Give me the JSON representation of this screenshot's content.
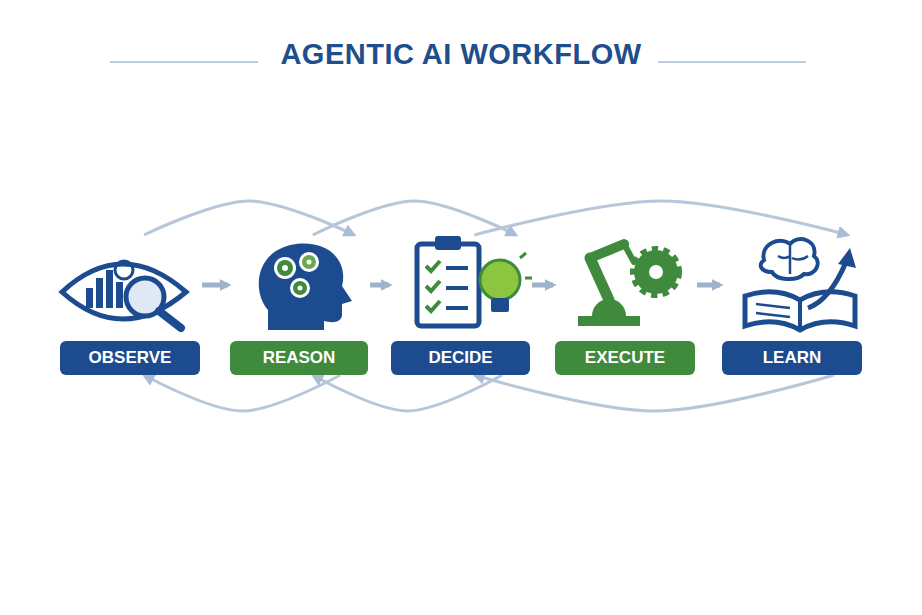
{
  "diagram": {
    "title": "AGENTIC AI WORKFLOW",
    "nodes": [
      {
        "text": [
          "OBSERVE"
        ]
      },
      {
        "text": [
          "REASON"
        ]
      },
      {
        "text": [
          "DECIDE"
        ]
      },
      {
        "text": [
          "EXECUTE"
        ]
      },
      {
        "text": [
          "LEARN"
        ]
      }
    ],
    "edges": [
      {
        "from": 0,
        "to": 1,
        "arrow": "to"
      },
      {
        "from": 1,
        "to": 2,
        "arrow": "to"
      },
      {
        "from": 2,
        "to": 3,
        "arrow": "to"
      },
      {
        "from": 3,
        "to": 4,
        "arrow": "to"
      },
      {
        "from": 0,
        "to": 1,
        "arrow": "to"
      },
      {
        "from": 1,
        "to": 2,
        "arrow": "to"
      },
      {
        "from": 2,
        "to": 4,
        "arrow": "to"
      },
      {
        "from": 1,
        "to": 0,
        "arrow": "to"
      },
      {
        "from": 2,
        "to": 1,
        "arrow": "to"
      },
      {
        "from": 4,
        "to": 2,
        "arrow": "to"
      }
    ]
  }
}
